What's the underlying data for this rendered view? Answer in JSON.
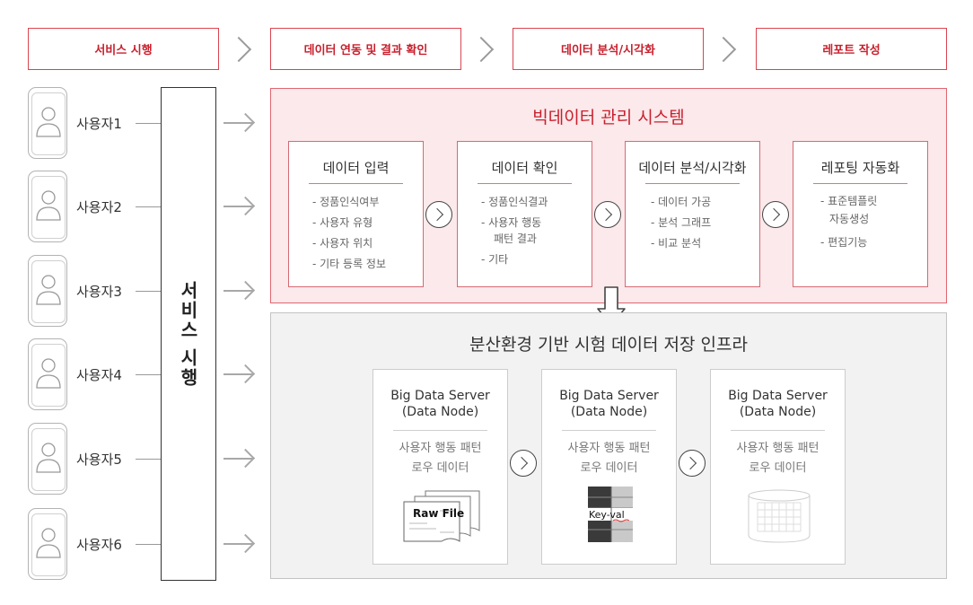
{
  "process_steps": [
    "서비스 시행",
    "데이터 연동 및 결과 확인",
    "데이터 분석/시각화",
    "레포트 작성"
  ],
  "users": [
    "사용자1",
    "사용자2",
    "사용자3",
    "사용자4",
    "사용자5",
    "사용자6"
  ],
  "service_bar_label": "서비스 시행",
  "bigdata_system": {
    "title": "빅데이터 관리 시스템",
    "modules": [
      {
        "title": "데이터 입력",
        "items": [
          "- 정품인식여부",
          "- 사용자 유형",
          "- 사용자 위치",
          "- 기타 등록 정보"
        ]
      },
      {
        "title": "데이터 확인",
        "items": [
          "- 정품인식결과",
          "- 사용자 행동",
          "패턴 결과",
          "- 기타"
        ]
      },
      {
        "title": "데이터 분석/시각화",
        "items": [
          "- 데이터 가공",
          "- 분석 그래프",
          "- 비교 분석"
        ]
      },
      {
        "title": "레포팅 자동화",
        "items": [
          "- 표준템플릿",
          "자동생성",
          "- 편집기능"
        ]
      }
    ]
  },
  "infra": {
    "title": "분산환경 기반 시험 데이터 저장 인프라",
    "servers": [
      {
        "line1": "Big Data Server",
        "line2": "(Data Node)",
        "desc1": "사용자 행동 패턴",
        "desc2": "로우 데이터",
        "graphic_label": "Raw File"
      },
      {
        "line1": "Big Data Server",
        "line2": "(Data Node)",
        "desc1": "사용자 행동 패턴",
        "desc2": "로우 데이터",
        "graphic_label": "Key-val"
      },
      {
        "line1": "Big Data Server",
        "line2": "(Data Node)",
        "desc1": "사용자 행동 패턴",
        "desc2": "로우 데이터",
        "graphic_label": ""
      }
    ]
  },
  "colors": {
    "accent_red": "#c8202d",
    "panel_pink": "#fbe9eb",
    "panel_gray": "#f2f2f2"
  }
}
